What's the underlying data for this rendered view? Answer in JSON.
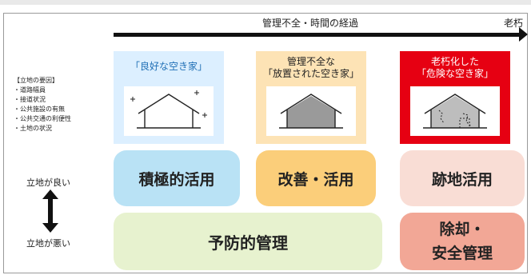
{
  "progress_label": "管理不全・時間の経過",
  "progress_end_label": "老朽",
  "location_factors": {
    "title": "【立地の要因】",
    "items": [
      "・道路幅員",
      "・接道状況",
      "・公共施設の有無",
      "・公共交通の利便性",
      "・土地の状況"
    ]
  },
  "columns": [
    {
      "title_lines": [
        "「良好な空き家」"
      ],
      "colors": {
        "panel": "#dcefff",
        "title": "#1f6fb5"
      },
      "icon": "good-house-icon"
    },
    {
      "title_lines": [
        "管理不全な",
        "「放置された空き家」"
      ],
      "colors": {
        "panel": "#fde3b5",
        "title": "#222222"
      },
      "icon": "neglected-house-icon"
    },
    {
      "title_lines": [
        "老朽化した",
        "「危険な空き家」"
      ],
      "colors": {
        "panel": "#e60012",
        "title": "#ffffff"
      },
      "icon": "dangerous-house-icon"
    }
  ],
  "strategies": {
    "active_use": "積極的活用",
    "improve_use": "改善・活用",
    "site_use": "跡地活用",
    "preventive": "予防的管理",
    "removal_line1": "除却・",
    "removal_line2": "安全管理"
  },
  "axis": {
    "good": "立地が良い",
    "bad": "立地が悪い"
  },
  "colors": {
    "active_use": "#b9e2f5",
    "improve_use": "#fbce7a",
    "site_use": "#f9ddd5",
    "preventive": "#e7f2cf",
    "removal": "#f2a796"
  }
}
